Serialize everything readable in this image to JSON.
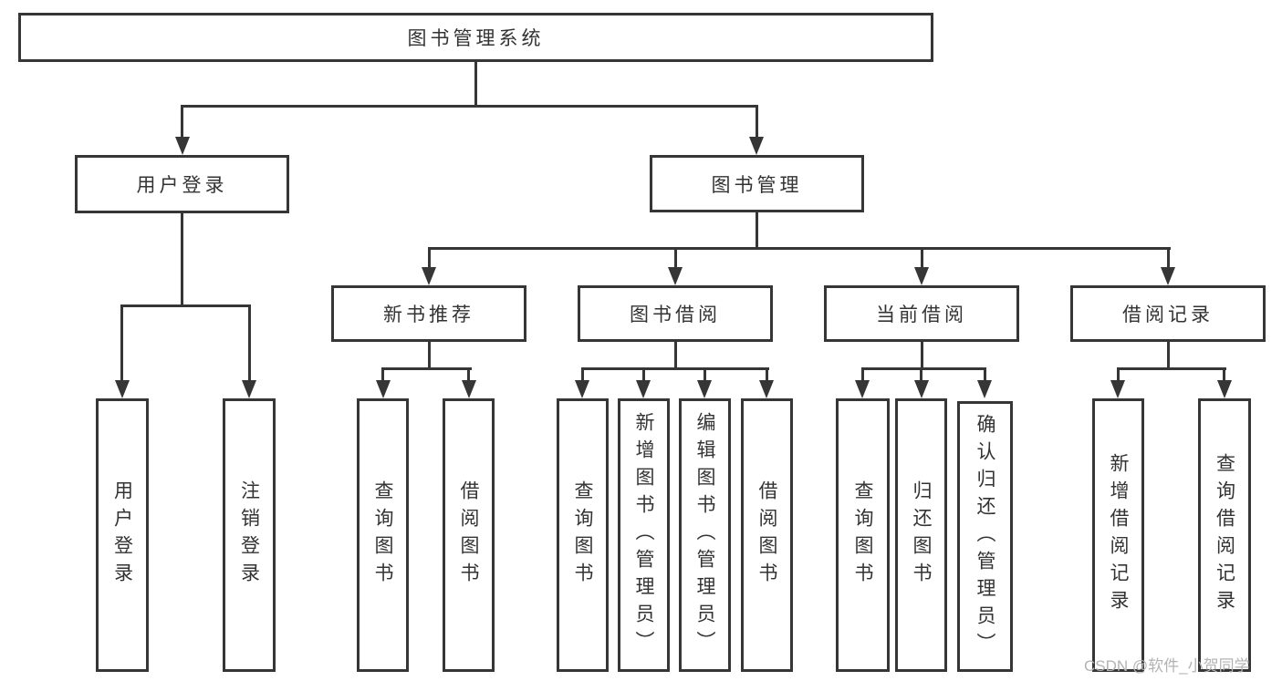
{
  "colors": {
    "line": "#363636",
    "text": "#333333",
    "watermark_color": "#b3b3b3",
    "background": "#ffffff"
  },
  "watermark": "CSDN @软件_小贺同学",
  "tree": {
    "root": "图书管理系统",
    "branches": [
      {
        "label": "用户登录",
        "children": [
          "用户登录",
          "注销登录"
        ]
      },
      {
        "label": "图书管理",
        "groups": [
          {
            "label": "新书推荐",
            "children": [
              "查询图书",
              "借阅图书"
            ]
          },
          {
            "label": "图书借阅",
            "children": [
              "查询图书",
              "新增图书（管理员）",
              "编辑图书（管理员）",
              "借阅图书"
            ]
          },
          {
            "label": "当前借阅",
            "children": [
              "查询图书",
              "归还图书",
              "确认归还（管理员）"
            ]
          },
          {
            "label": "借阅记录",
            "children": [
              "新增借阅记录",
              "查询借阅记录"
            ]
          }
        ]
      }
    ]
  }
}
